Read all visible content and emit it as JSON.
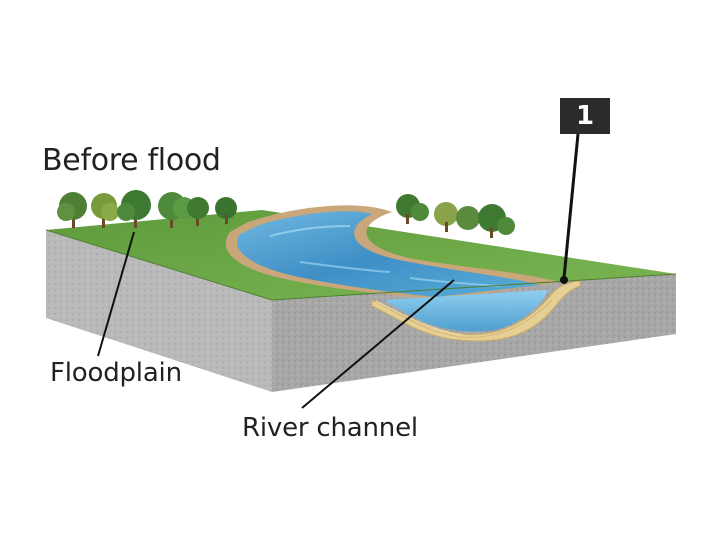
{
  "title": "Before flood",
  "labels": {
    "floodplain": "Floodplain",
    "river_channel": "River channel"
  },
  "marker": {
    "number": "1"
  },
  "colors": {
    "grass": "#6fa84a",
    "water": "#4a9fd0",
    "bedrock": "#a9a9a9",
    "sediment": "#e6cf94",
    "leader_line": "#111111"
  }
}
